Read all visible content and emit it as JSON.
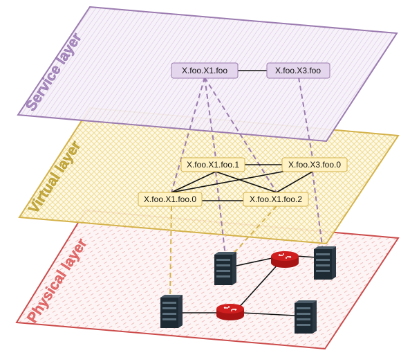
{
  "layers": {
    "service": {
      "label": "Service layer",
      "color": "#9b7bb0",
      "fill": "#f4eef7"
    },
    "virtual": {
      "label": "Virtual layer",
      "color": "#d4b24a",
      "fill": "#fdf6dc"
    },
    "physical": {
      "label": "Physical layer",
      "color": "#cc4b4b",
      "fill": "#fdf2f2"
    }
  },
  "service_nodes": {
    "x1": "X.foo.X1.foo",
    "x3": "X.foo.X3.foo",
    "fill": "#e4d6ec",
    "stroke": "#9b7bb0"
  },
  "virtual_nodes": {
    "x1_1": "X.foo.X1.foo.1",
    "x3_0": "X.foo.X3.foo.0",
    "x1_0": "X.foo.X1.foo.0",
    "x1_2": "X.foo.X1.foo.2",
    "fill": "#fff3c6",
    "stroke": "#d4b24a"
  },
  "physical_devices": [
    {
      "type": "server-icon"
    },
    {
      "type": "server-icon"
    },
    {
      "type": "server-icon"
    },
    {
      "type": "server-icon"
    },
    {
      "type": "router-icon"
    },
    {
      "type": "router-icon"
    }
  ],
  "colors": {
    "service_mapping": "#9b7bb0",
    "virtual_mapping": "#d4b24a",
    "link": "#111111",
    "router": "#d01e1e",
    "server": "#1e2a33"
  }
}
